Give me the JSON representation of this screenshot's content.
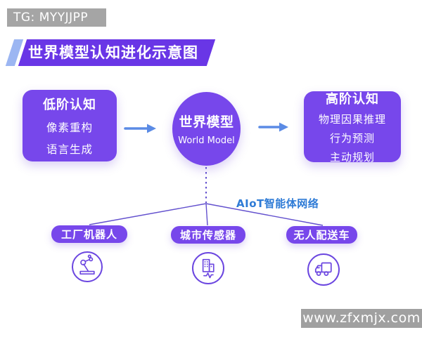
{
  "badge": {
    "text": "TG: MYYJJPP"
  },
  "title": {
    "text": "世界模型认知进化示意图"
  },
  "left_box": {
    "heading": "低阶认知",
    "lines": [
      "像素重构",
      "语言生成"
    ]
  },
  "center": {
    "heading": "世界模型",
    "subheading": "World Model"
  },
  "right_box": {
    "heading": "高阶认知",
    "lines": [
      "物理因果推理",
      "行为预测",
      "主动规划"
    ]
  },
  "network_label": "AIoT智能体网络",
  "nodes": [
    {
      "label": "工厂机器人",
      "icon": "robot-arm-icon"
    },
    {
      "label": "城市传感器",
      "icon": "city-sensor-icon"
    },
    {
      "label": "无人配送车",
      "icon": "delivery-truck-icon"
    }
  ],
  "watermark": {
    "text": "www.zfxmjx.com"
  },
  "colors": {
    "purple_primary": "#7747eb",
    "banner_purple": "#6936e6",
    "banner_stripe_blue": "#9cb6f2",
    "arrow_blue": "#5b8be5",
    "line_purple": "#6351ce",
    "network_label_blue": "#2e7bd6",
    "icon_stroke": "#6b46e0",
    "badge_gray": "#a5a5a5"
  }
}
